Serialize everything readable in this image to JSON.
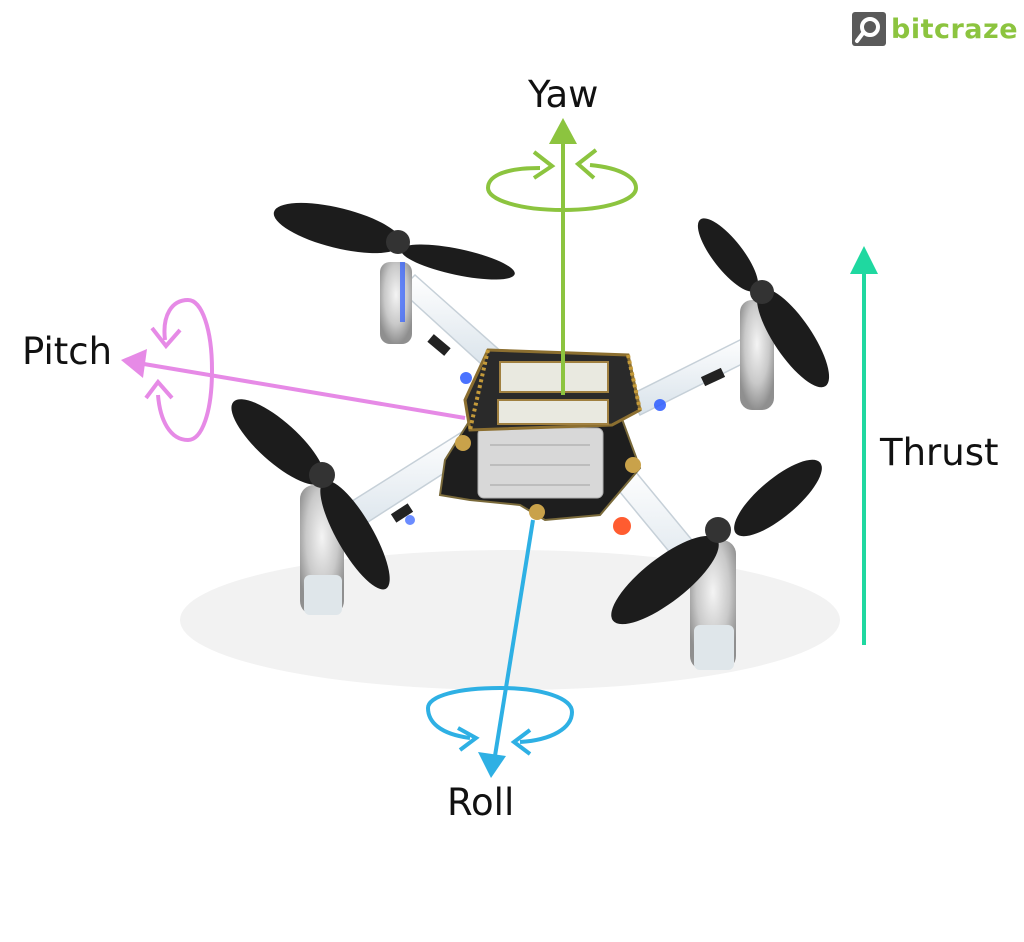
{
  "brand": {
    "name": "bitcraze",
    "color": "#8cc43f",
    "mark_color": "#5a5a5a"
  },
  "axes": {
    "yaw": {
      "label": "Yaw",
      "color": "#8cc43f"
    },
    "pitch": {
      "label": "Pitch",
      "color": "#e68ae6"
    },
    "roll": {
      "label": "Roll",
      "color": "#2eb0e4"
    },
    "thrust": {
      "label": "Thrust",
      "color": "#1fd8a0"
    }
  },
  "drone": {
    "description_icon": "quadcopter-drone",
    "propeller_color": "#1c1c1c",
    "frame_color": "#e8eef2",
    "board_color": "#1e1e1e",
    "battery_color": "#d8d8d8",
    "led_colors": [
      "#2c5bff",
      "#ff4a1a"
    ]
  }
}
